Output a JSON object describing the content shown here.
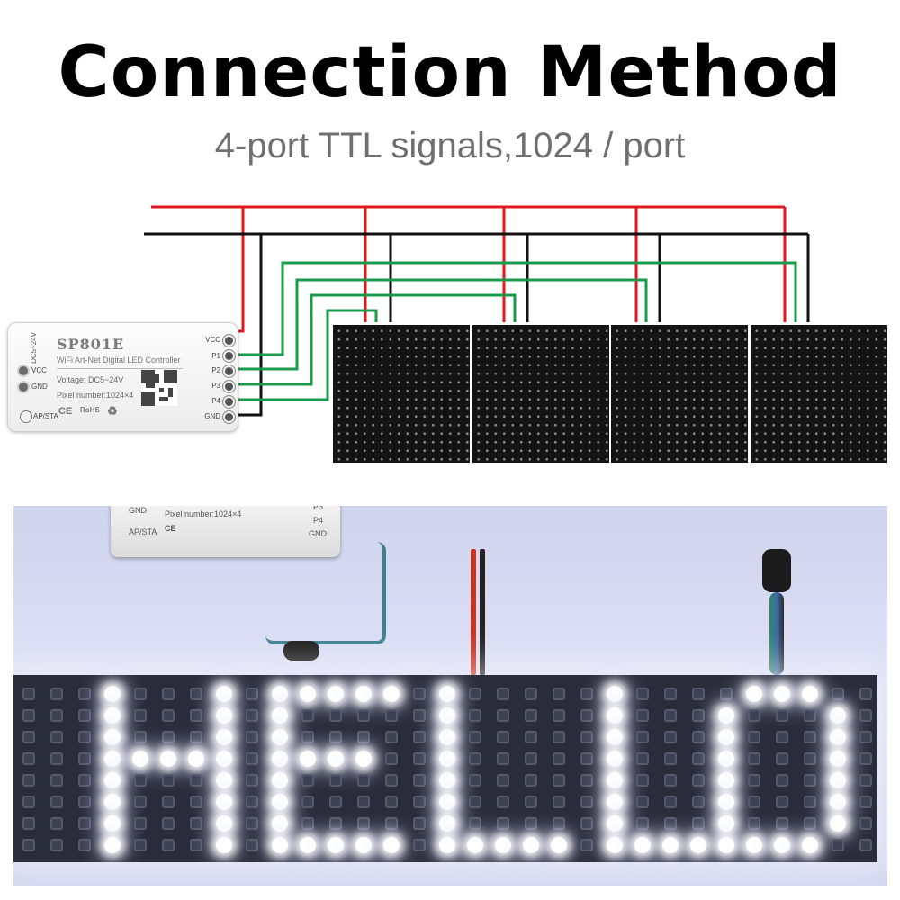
{
  "header": {
    "title": "Connection Method",
    "subtitle": "4-port TTL signals,1024 / port"
  },
  "controller": {
    "model": "SP801E",
    "description": "WiFi Art-Net Digital LED Controller",
    "voltage": "Voltage: DC5~24V",
    "pixels": "Pixel number:1024×4",
    "dc_label": "DC5~24V",
    "left_vcc": "VCC",
    "left_gnd": "GND",
    "mode_button": "AP/STA",
    "cert_ce": "CE",
    "cert_rohs": "RoHS",
    "ports": [
      "VCC",
      "P1",
      "P2",
      "P3",
      "P4",
      "GND"
    ]
  },
  "wire_colors": {
    "vcc": "#e0191d",
    "gnd": "#111111",
    "data": "#1a9a4a"
  },
  "photo": {
    "controller_pixels": "Pixel number:1024×4",
    "controller_gnd": "GND",
    "controller_mode": "AP/STA",
    "controller_p3": "P3",
    "controller_p4": "P4",
    "controller_port_gnd": "GND",
    "cert_ce": "CE",
    "display_text": "HELLO",
    "lit_color": "#ffffff"
  }
}
